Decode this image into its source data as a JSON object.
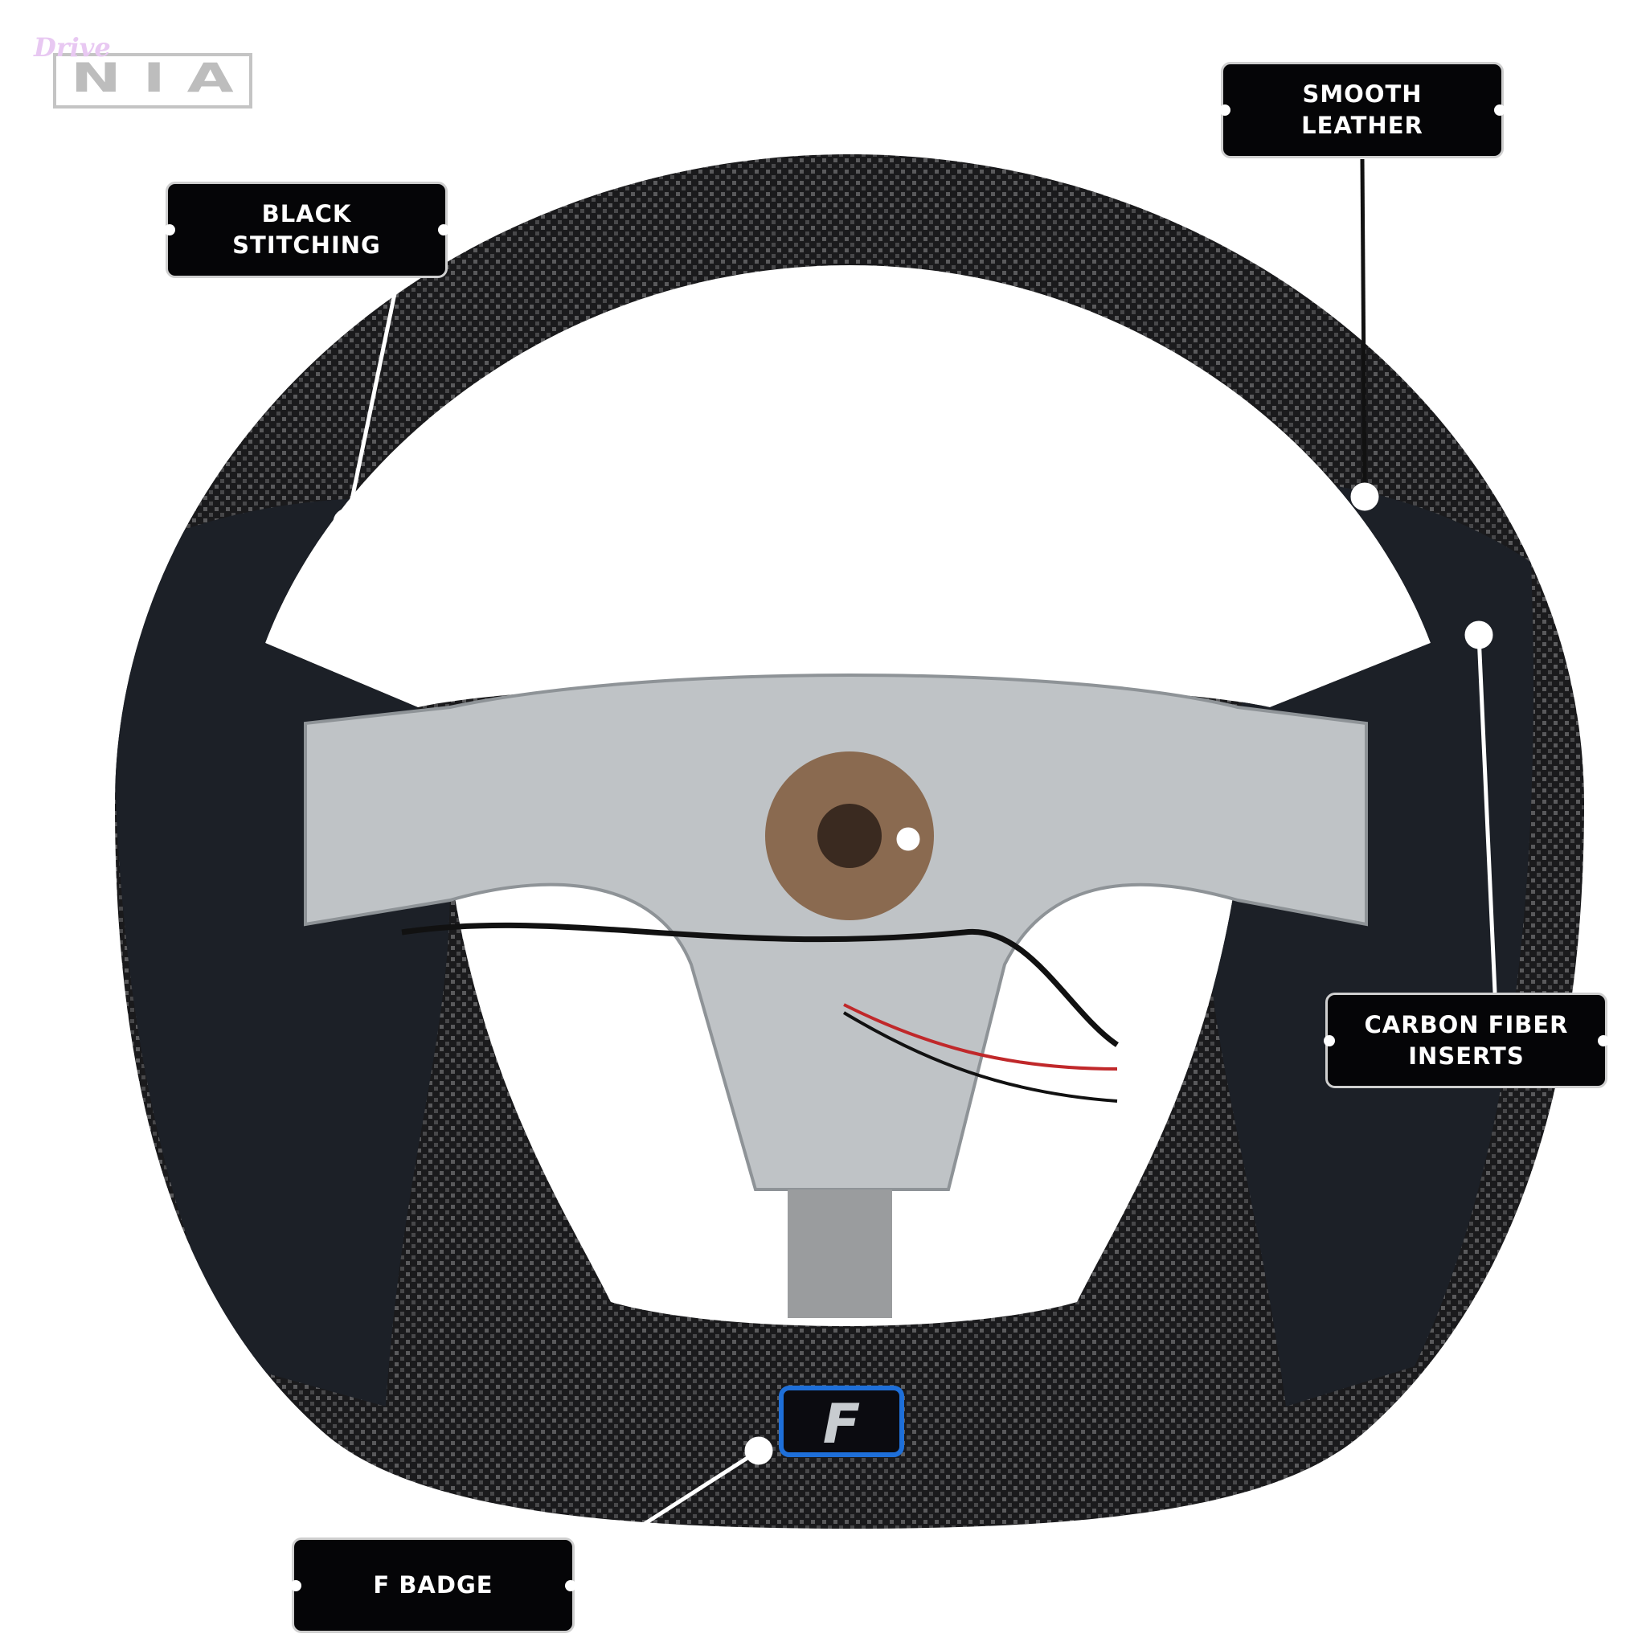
{
  "brand": {
    "script": "Drive",
    "wordmark": "NIA"
  },
  "callouts": [
    {
      "id": "black-stitching",
      "label": "BLACK\nSTITCHING"
    },
    {
      "id": "smooth-leather",
      "label": "SMOOTH\nLEATHER"
    },
    {
      "id": "carbon-fiber-inserts",
      "label": "CARBON FIBER\nINSERTS"
    },
    {
      "id": "f-badge",
      "label": "F BADGE"
    }
  ],
  "badge": {
    "letter": "F",
    "accent": "#1e6fd9"
  },
  "colors": {
    "leather": "#1c2027",
    "carbon": "#2a2a2c",
    "frame": "#bfc3c6",
    "tag": "#050507"
  }
}
